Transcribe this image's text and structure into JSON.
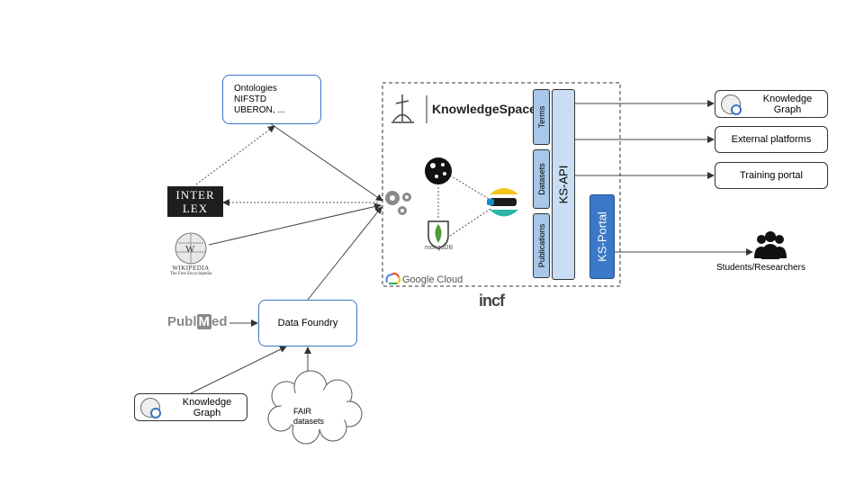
{
  "nodes": {
    "ontologies": [
      "Ontologies",
      "NIFSTD",
      "UBERON, ..."
    ],
    "interlex": [
      "INTER",
      "LEX"
    ],
    "wikipedia_caption": [
      "WIKIPEDIA",
      "The Free Encyclopedia"
    ],
    "pubmed": {
      "left": "Publ",
      "m": "M",
      "right": "ed"
    },
    "data_foundry": "Data Foundry",
    "knowledge_graph_bottom": "Knowledge Graph",
    "fair_datasets": [
      "FAIR",
      "datasets"
    ],
    "knowledgespace": "KnowledgeSpace",
    "mongodb": "mongoDB",
    "google_cloud": "Google Cloud",
    "incf": "incf",
    "terms": "Terms",
    "datasets": "Datasets",
    "publications": "Publications",
    "ks_api": "KS-API",
    "ks_portal": "KS-Portal",
    "knowledge_graph_top": "Knowledge Graph",
    "external_platforms": "External platforms",
    "training_portal": "Training portal",
    "students_researchers": "Students/Researchers"
  },
  "colors": {
    "accent_blue": "#3b74c4",
    "tab_blue": "#a9c7e8",
    "api_blue": "#c9def4",
    "portal_blue": "#3b78c8"
  }
}
